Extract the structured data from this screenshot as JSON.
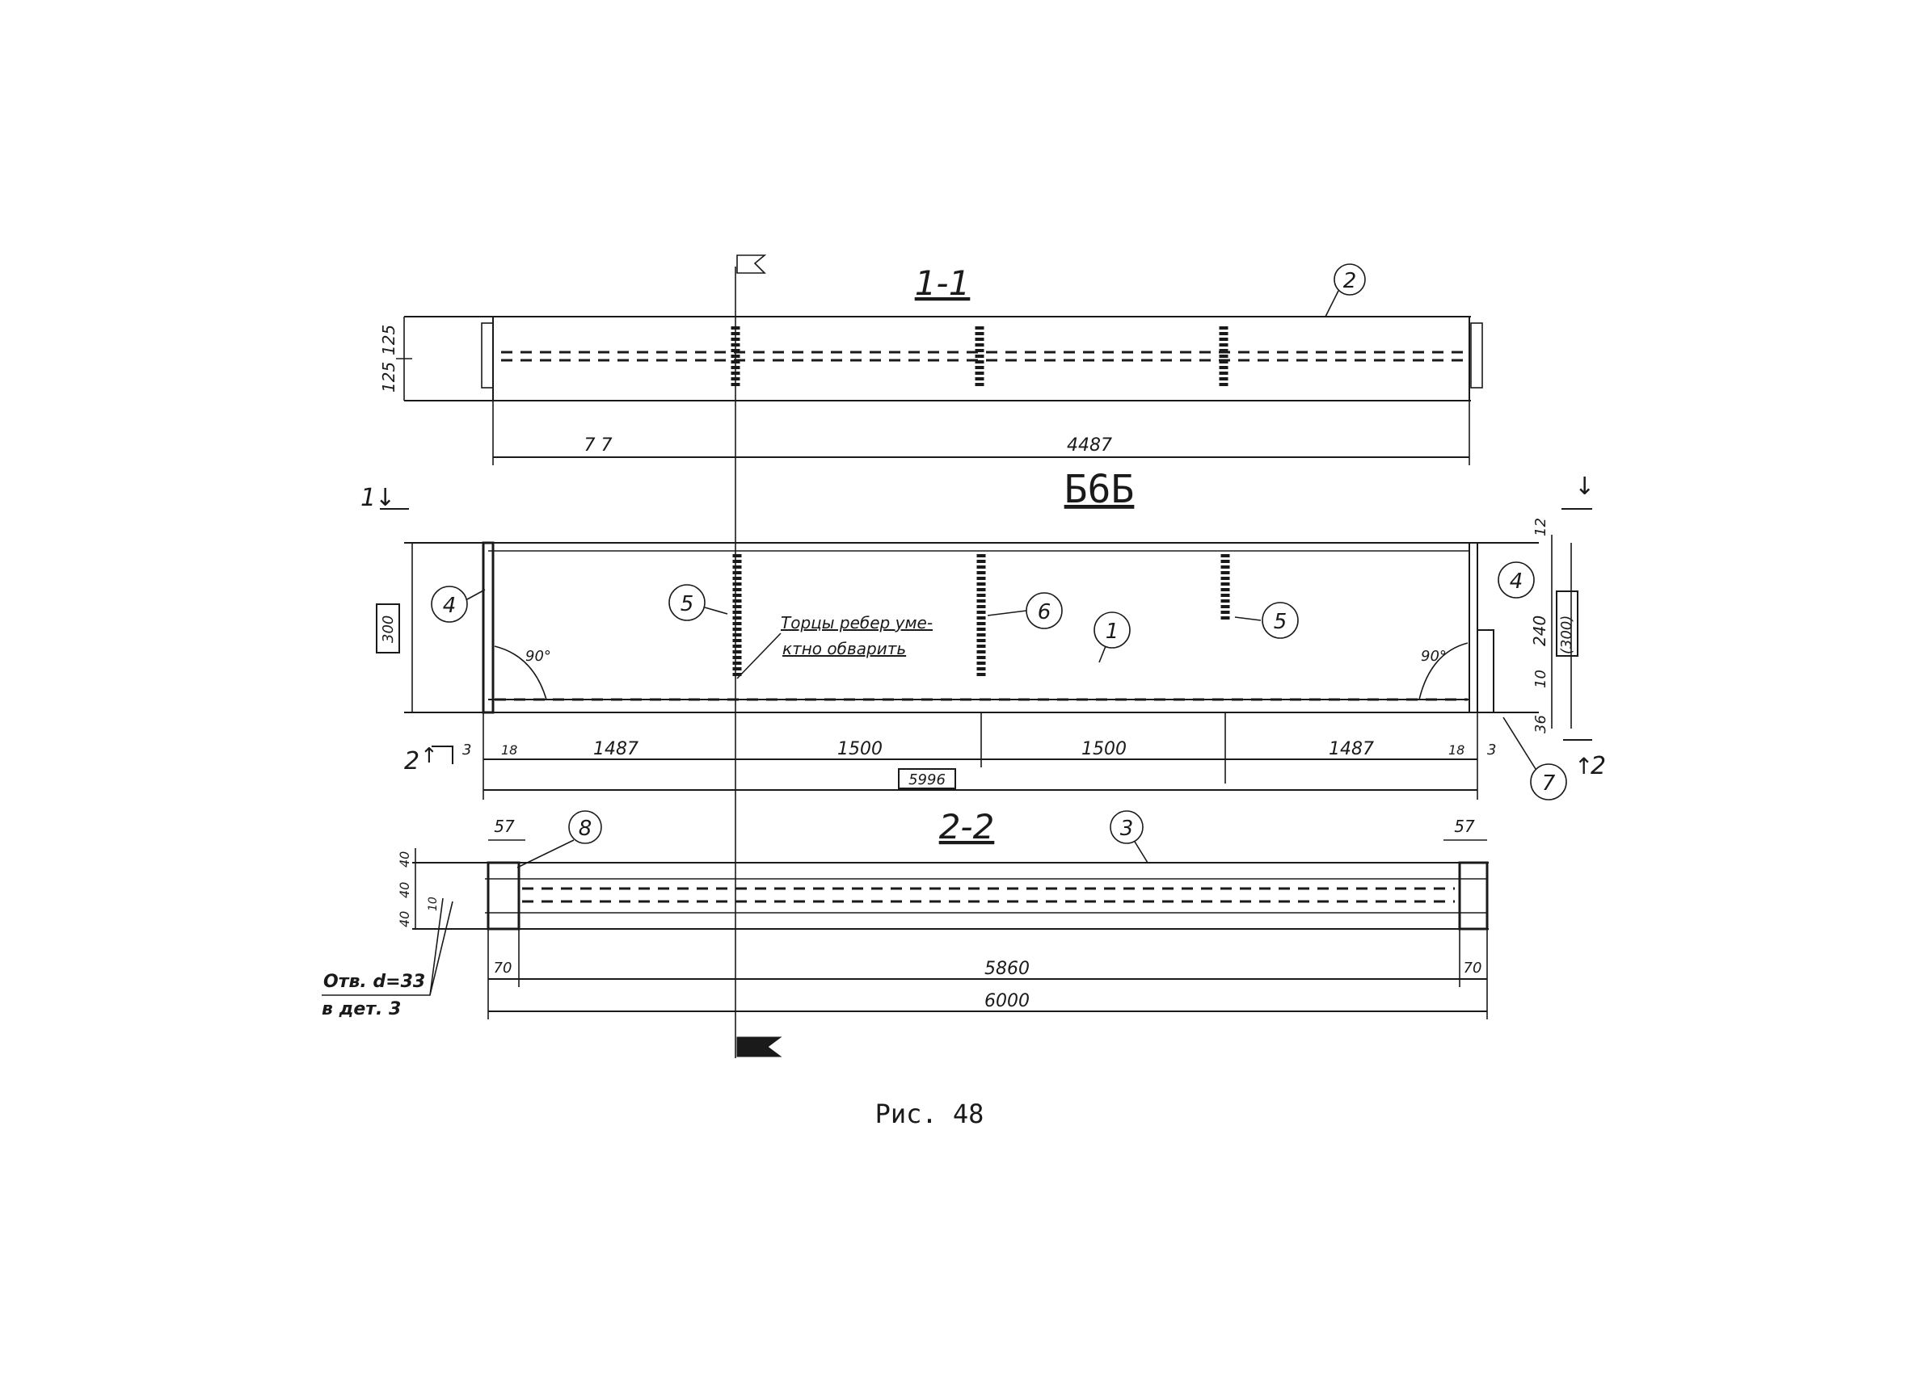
{
  "caption": "Рис. 48",
  "drawing_mark": "Б6Б",
  "views": {
    "section_1_1": {
      "title": "1-1",
      "part_no": "2"
    },
    "section_2_2": {
      "title": "2-2",
      "part_no": "3",
      "part_no_left": "8"
    },
    "elevation": {
      "part_nos": [
        "4",
        "5",
        "6",
        "1",
        "5",
        "4",
        "7"
      ]
    }
  },
  "notes": {
    "rib_note_line1": "Торцы ребер уме-",
    "rib_note_line2": "ктно обварить",
    "hole_line1": "Отв. d=33",
    "hole_line2": "в дет. 3"
  },
  "cut_markers": {
    "c1_left": "1",
    "c2_left": "2",
    "c2_right": "2",
    "c2_left_arrow": "↑",
    "c2_right_arrow": "↑",
    "c1_arrow": "↓",
    "c1_right_arrow": "↓"
  },
  "dimensions": {
    "s11_left_heights": [
      "125",
      "125"
    ],
    "s11_span": "4487",
    "s11_partial": "7 7",
    "elev_left_height": "300",
    "elev_right": [
      "12",
      "240",
      "10",
      "36",
      "(300)"
    ],
    "elev_segments": [
      "1487",
      "1500",
      "1500",
      "1487"
    ],
    "elev_end_small": [
      "3",
      "18",
      "18",
      "3"
    ],
    "elev_total": "5996",
    "angles": [
      "90°",
      "90°"
    ],
    "s22_left": [
      "40",
      "40",
      "40",
      "10"
    ],
    "s22_top": [
      "57",
      "57"
    ],
    "s22_bottom": [
      "70",
      "5860",
      "70"
    ],
    "s22_total": "6000"
  }
}
